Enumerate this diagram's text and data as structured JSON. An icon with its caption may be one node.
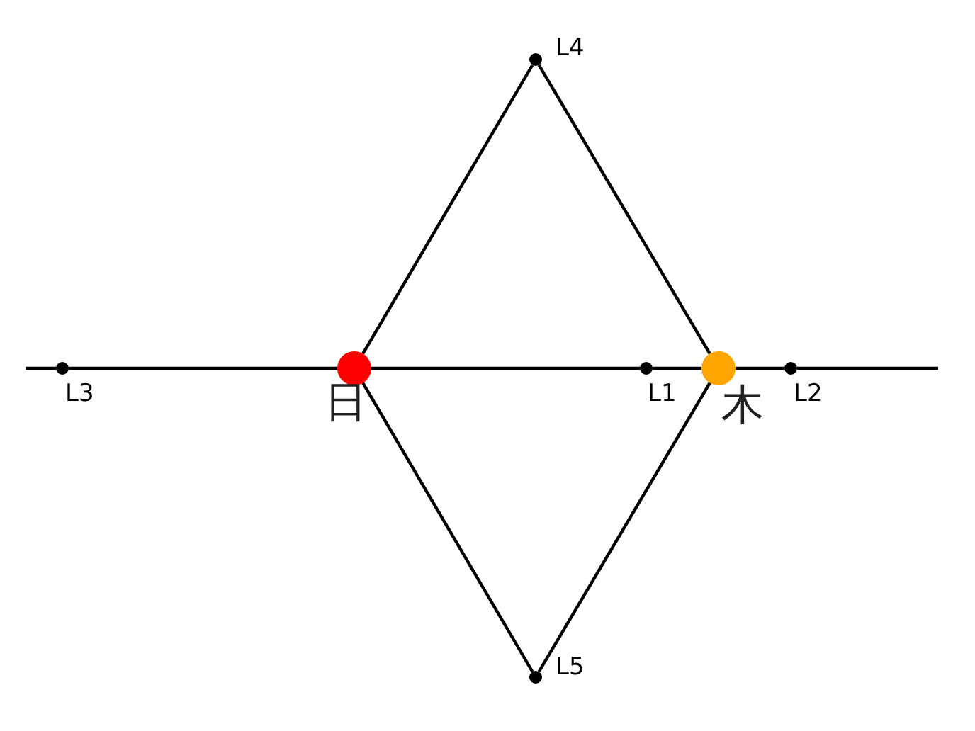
{
  "diagram": {
    "nodes": [
      {
        "text": [],
        "shape": "circle",
        "beside": [
          "L3"
        ]
      },
      {
        "text": [],
        "shape": "circle",
        "beside": [
          "日"
        ]
      },
      {
        "text": [],
        "shape": "circle",
        "beside": [
          "L1"
        ]
      },
      {
        "text": [],
        "shape": "circle",
        "beside": [
          "木"
        ]
      },
      {
        "text": [],
        "shape": "circle",
        "beside": [
          "L2"
        ]
      },
      {
        "text": [],
        "shape": "circle",
        "beside": [
          "L4"
        ]
      },
      {
        "text": [],
        "shape": "circle",
        "beside": [
          "L5"
        ]
      }
    ],
    "edges": [
      {
        "from": null,
        "to": 0,
        "arrow": "none"
      },
      {
        "from": 0,
        "to": 1,
        "arrow": "none"
      },
      {
        "from": 1,
        "to": 2,
        "arrow": "none"
      },
      {
        "from": 2,
        "to": 3,
        "arrow": "none"
      },
      {
        "from": 3,
        "to": 4,
        "arrow": "none"
      },
      {
        "from": 4,
        "to": null,
        "arrow": "none"
      },
      {
        "from": 1,
        "to": 5,
        "arrow": "none"
      },
      {
        "from": 5,
        "to": 3,
        "arrow": "none"
      },
      {
        "from": 1,
        "to": 6,
        "arrow": "none"
      },
      {
        "from": 6,
        "to": 3,
        "arrow": "none"
      }
    ]
  }
}
